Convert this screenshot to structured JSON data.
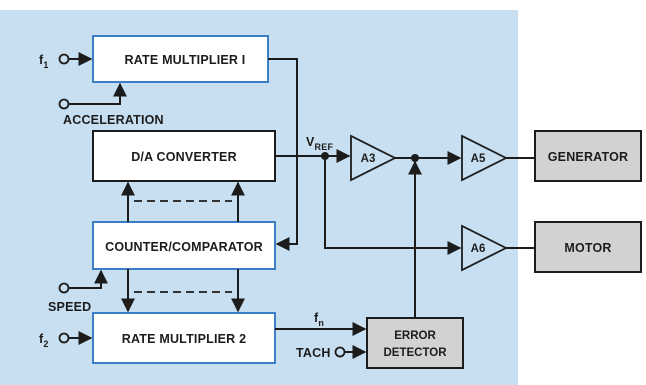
{
  "colors": {
    "panel_background": "#c7dff0",
    "blue_outline": "#3c7fc4",
    "output_block_fill": "#d2d2d2",
    "line_color": "#1c1c1c"
  },
  "blocks": {
    "rate_multiplier_1": "RATE MULTIPLIER I",
    "da_converter": "D/A CONVERTER",
    "counter_comparator": "COUNTER/COMPARATOR",
    "rate_multiplier_2": "RATE MULTIPLIER 2",
    "error_detector_line1": "ERROR",
    "error_detector_line2": "DETECTOR",
    "generator": "GENERATOR",
    "motor": "MOTOR"
  },
  "amplifiers": {
    "a3": "A3",
    "a5": "A5",
    "a6": "A6"
  },
  "inputs": {
    "f1_main": "f",
    "f1_sub": "1",
    "acceleration": "ACCELERATION",
    "speed": "SPEED",
    "f2_main": "f",
    "f2_sub": "2",
    "tach": "TACH"
  },
  "signals": {
    "vref_main": "V",
    "vref_sub": "REF",
    "fn_main": "f",
    "fn_sub": "n"
  }
}
